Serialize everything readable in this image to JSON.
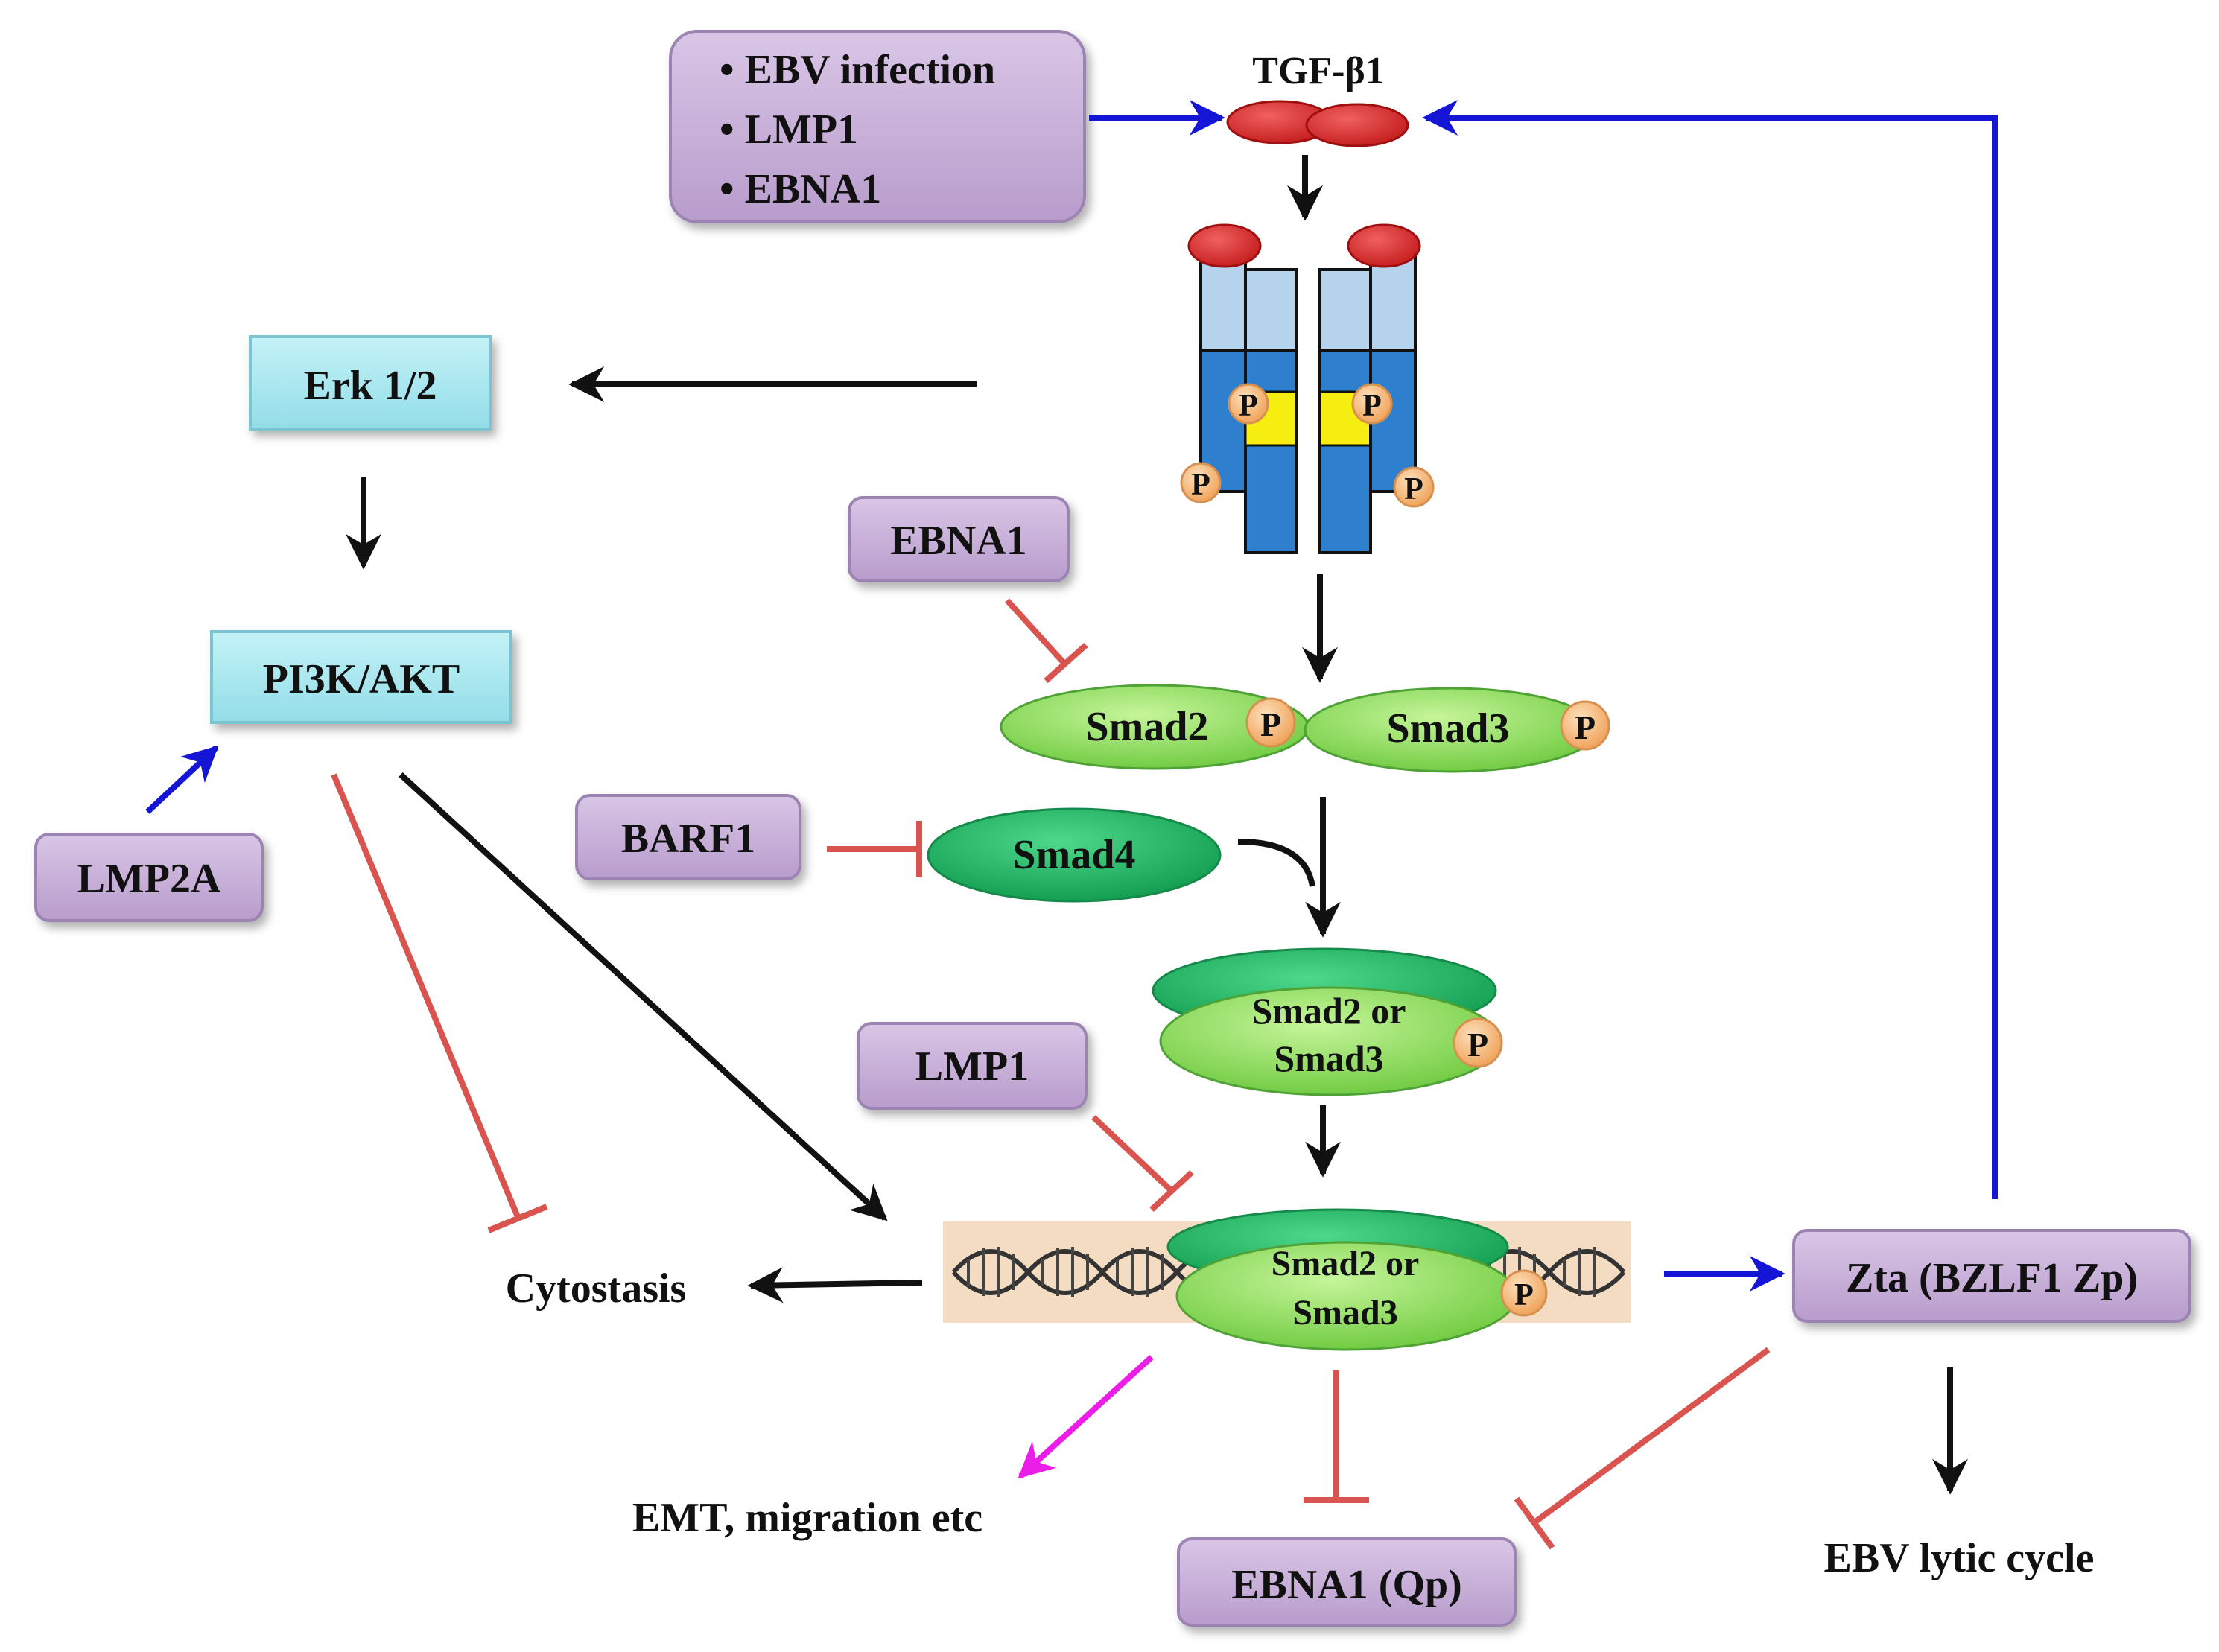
{
  "stimulus_box": {
    "items": [
      "• EBV infection",
      "• LMP1",
      "• EBNA1"
    ]
  },
  "ligand": {
    "label": "TGF-β1"
  },
  "phospho": {
    "label": "P"
  },
  "nodes": {
    "erk": "Erk 1/2",
    "pi3k": "PI3K/AKT",
    "lmp2a": "LMP2A",
    "ebna1_inhibitor": "EBNA1",
    "barf1": "BARF1",
    "lmp1": "LMP1",
    "smad2": "Smad2",
    "smad3": "Smad3",
    "smad4": "Smad4",
    "complex_line1": "Smad2 or",
    "complex_line2": "Smad3",
    "nuclear_line1": "Smad2 or",
    "nuclear_line2": "Smad3",
    "zta": "Zta (BZLF1 Zp)",
    "ebna1_qp": "EBNA1 (Qp)"
  },
  "outcomes": {
    "cytostasis": "Cytostasis",
    "emt": "EMT, migration etc",
    "lytic": "EBV lytic cycle"
  },
  "colors": {
    "activation": "#111111",
    "viral_activation": "#1515d6",
    "inhibition": "#d9534f",
    "emt_arrow": "#ea1ee6",
    "viral_box": "#c7aed8",
    "kinase_box": "#a8e7ef"
  }
}
